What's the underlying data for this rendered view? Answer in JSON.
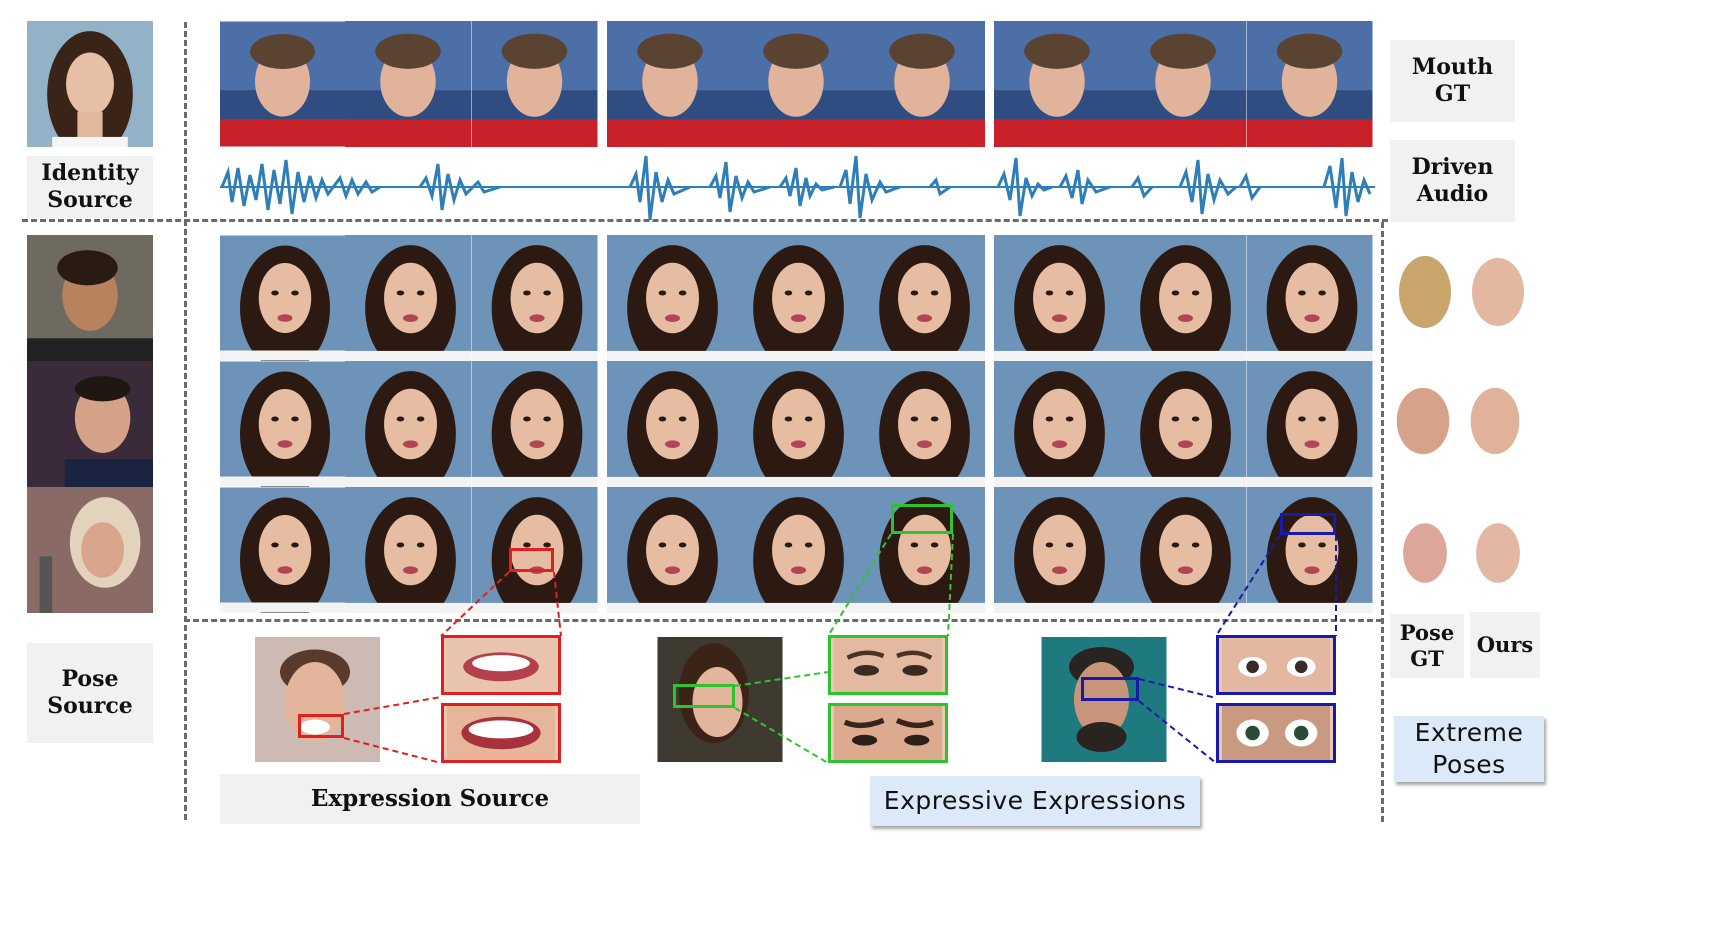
{
  "labels": {
    "identity_source": [
      "Identity",
      "Source"
    ],
    "pose_source": [
      "Pose",
      "Source"
    ],
    "mouth_gt": [
      "Mouth",
      "GT"
    ],
    "driven_audio": [
      "Driven",
      "Audio"
    ],
    "pose_gt": [
      "Pose",
      "GT"
    ],
    "ours": "Ours",
    "extreme_poses": [
      "Extreme",
      "Poses"
    ],
    "expression_source": "Expression Source",
    "expressive_expressions": "Expressive Expressions"
  },
  "colors": {
    "mouth_highlight": "#e02020",
    "brow_highlight": "#2ec42e",
    "eye_highlight": "#1a1aa8",
    "waveform": "#2e7fb8",
    "divider": "#6b6b6b",
    "label_bg": "#f1f1f1",
    "label_blue_bg": "#dce9f8"
  }
}
